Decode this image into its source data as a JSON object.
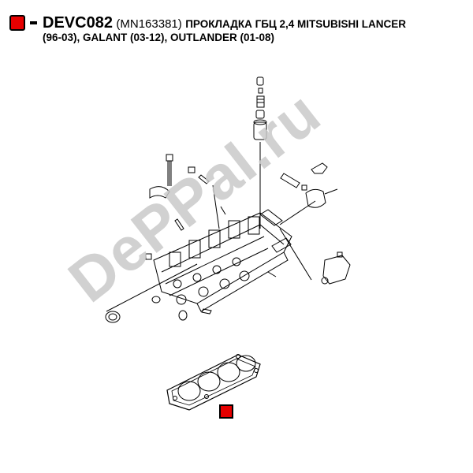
{
  "header": {
    "code": "DEVC082",
    "part_number": "(MN163381)",
    "description_line1": "ПРОКЛАДКА ГБЦ 2,4 MITSUBISHI LANCER",
    "description_line2": "(96-03), GALANT (03-12), OUTLANDER (01-08)"
  },
  "watermark": {
    "text": "DePPaI.ru"
  },
  "colors": {
    "marker": "#e60000",
    "line": "#000000",
    "watermark": "#c9c9c9"
  },
  "icons": {
    "header_marker": "red-square-icon",
    "part_marker": "red-square-icon"
  }
}
